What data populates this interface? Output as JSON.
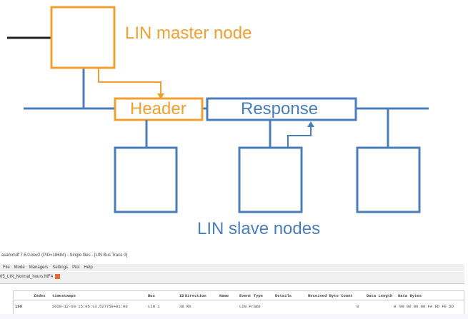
{
  "diagram": {
    "master_label": "LIN master node",
    "header_label": "Header",
    "response_label": "Response",
    "slaves_label": "LIN slave nodes",
    "colors": {
      "master": "#f0a030",
      "slave": "#4a7ebb",
      "line": "#222222"
    }
  },
  "app": {
    "title": "asammdf 7.5.0.dev2 (PID=18684) - Single files - [LIN Bus Trace 0]",
    "menu": [
      "File",
      "Mode",
      "Managers",
      "Settings",
      "Plot",
      "Help"
    ],
    "tab": "05_LIN_Normal_hours.MF4",
    "columns": [
      "Index",
      "timestamps",
      "Bus",
      "ID",
      "Direction",
      "Name",
      "Event Type",
      "Details",
      "Received Byte Count",
      "Data Length",
      "Data Bytes"
    ],
    "row": [
      "190",
      "2020-12-03 15:05:13.527758+01:00",
      "LIN 1",
      "38",
      "RX",
      "",
      "LIN Frame",
      "",
      "8",
      "8",
      "00 00 00 00 FA ED FE 5D"
    ]
  }
}
